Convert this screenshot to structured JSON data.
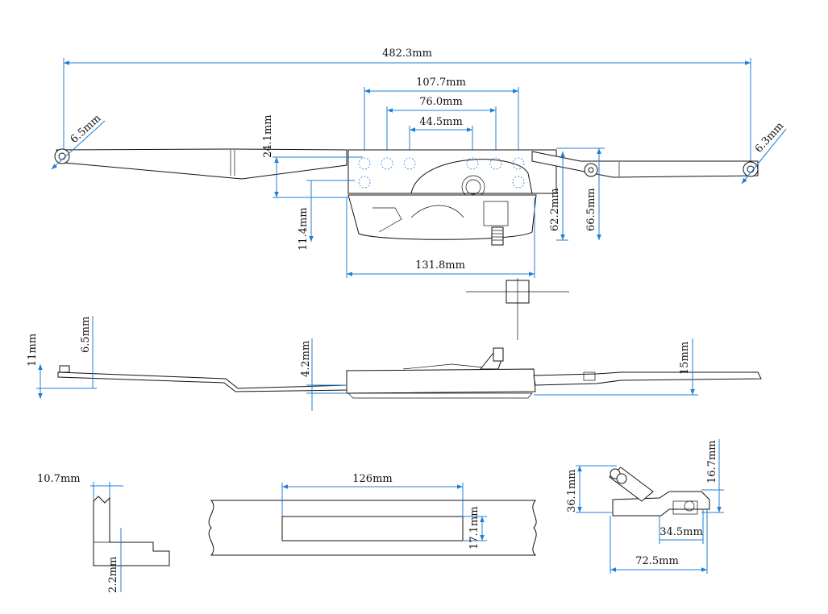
{
  "dimensions": {
    "overall_length": "482.3mm",
    "hole_107": "107.7mm",
    "hole_76": "76.0mm",
    "hole_44": "44.5mm",
    "left_hole_diameter": "6.5mm",
    "right_hole_diameter": "6.3mm",
    "arm_offset": "24.1mm",
    "base_offset": "11.4mm",
    "body_depth": "62.2mm",
    "overall_depth": "66.5mm",
    "body_length": "131.8mm",
    "side_height_left": "11mm",
    "side_pin_height": "6.5mm",
    "side_plate": "4.2mm",
    "side_height_right": "15mm",
    "profile_width": "10.7mm",
    "profile_thickness": "2.2mm",
    "cutout_length": "126mm",
    "cutout_height": "17.1mm",
    "end_view_height": "36.1mm",
    "end_view_step": "16.7mm",
    "end_view_inner": "34.5mm",
    "end_view_width": "72.5mm"
  }
}
